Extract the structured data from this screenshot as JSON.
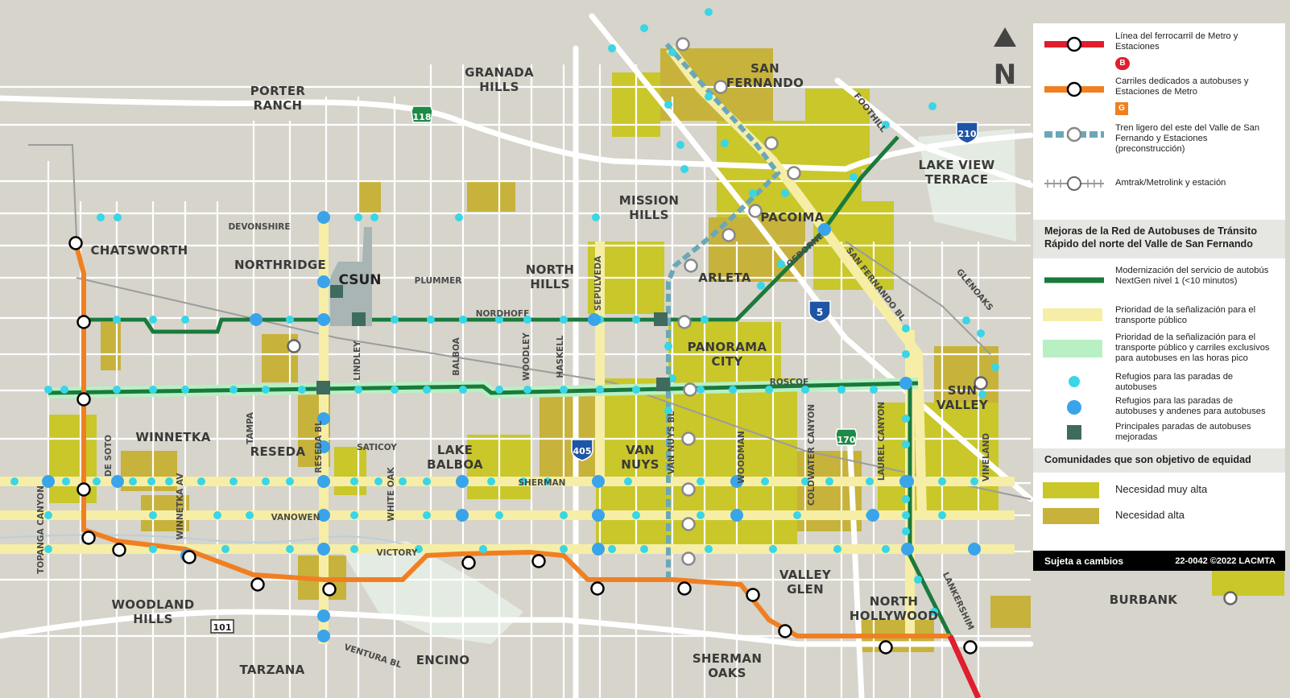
{
  "communities": [
    {
      "id": "porter-ranch",
      "lines": [
        "PORTER",
        "RANCH"
      ]
    },
    {
      "id": "granada-hills",
      "lines": [
        "GRANADA",
        "HILLS"
      ]
    },
    {
      "id": "san-fernando",
      "lines": [
        "SAN",
        "FERNANDO"
      ]
    },
    {
      "id": "lake-view-terrace",
      "lines": [
        "LAKE VIEW",
        "TERRACE"
      ]
    },
    {
      "id": "chatsworth",
      "lines": [
        "CHATSWORTH"
      ]
    },
    {
      "id": "northridge",
      "lines": [
        "NORTHRIDGE"
      ]
    },
    {
      "id": "mission-hills",
      "lines": [
        "MISSION",
        "HILLS"
      ]
    },
    {
      "id": "pacoima",
      "lines": [
        "PACOIMA"
      ]
    },
    {
      "id": "north-hills",
      "lines": [
        "NORTH",
        "HILLS"
      ]
    },
    {
      "id": "arleta",
      "lines": [
        "ARLETA"
      ]
    },
    {
      "id": "panorama-city",
      "lines": [
        "PANORAMA",
        "CITY"
      ]
    },
    {
      "id": "sun-valley",
      "lines": [
        "SUN",
        "VALLEY"
      ]
    },
    {
      "id": "winnetka",
      "lines": [
        "WINNETKA"
      ]
    },
    {
      "id": "reseda",
      "lines": [
        "RESEDA"
      ]
    },
    {
      "id": "lake-balboa",
      "lines": [
        "LAKE",
        "BALBOA"
      ]
    },
    {
      "id": "van-nuys",
      "lines": [
        "VAN",
        "NUYS"
      ]
    },
    {
      "id": "valley-glen",
      "lines": [
        "VALLEY",
        "GLEN"
      ]
    },
    {
      "id": "north-hollywood",
      "lines": [
        "NORTH",
        "HOLLYWOOD"
      ]
    },
    {
      "id": "burbank",
      "lines": [
        "BURBANK"
      ]
    },
    {
      "id": "woodland-hills",
      "lines": [
        "WOODLAND",
        "HILLS"
      ]
    },
    {
      "id": "tarzana",
      "lines": [
        "TARZANA"
      ]
    },
    {
      "id": "encino",
      "lines": [
        "ENCINO"
      ]
    },
    {
      "id": "sherman-oaks",
      "lines": [
        "SHERMAN",
        "OAKS"
      ]
    }
  ],
  "csun_label": "CSUN",
  "streets": [
    {
      "id": "devonshire",
      "text": "DEVONSHIRE"
    },
    {
      "id": "plummer",
      "text": "PLUMMER"
    },
    {
      "id": "nordhoff",
      "text": "NORDHOFF"
    },
    {
      "id": "roscoe",
      "text": "ROSCOE"
    },
    {
      "id": "saticoy",
      "text": "SATICOY"
    },
    {
      "id": "sherman",
      "text": "SHERMAN"
    },
    {
      "id": "vanowen",
      "text": "VANOWEN"
    },
    {
      "id": "victory",
      "text": "VICTORY"
    },
    {
      "id": "ventura",
      "text": "VENTURA BL"
    },
    {
      "id": "lindley",
      "text": "LINDLEY"
    },
    {
      "id": "balboa",
      "text": "BALBOA"
    },
    {
      "id": "woodley",
      "text": "WOODLEY"
    },
    {
      "id": "haskell",
      "text": "HASKELL"
    },
    {
      "id": "sepulveda",
      "text": "SEPULVEDA"
    },
    {
      "id": "van-nuys-bl",
      "text": "VAN NUYS BL"
    },
    {
      "id": "woodman",
      "text": "WOODMAN"
    },
    {
      "id": "coldwater",
      "text": "COLDWATER CANYON"
    },
    {
      "id": "laurel",
      "text": "LAUREL CANYON"
    },
    {
      "id": "vineland",
      "text": "VINELAND"
    },
    {
      "id": "lankershim",
      "text": "LANKERSHIM"
    },
    {
      "id": "de-soto",
      "text": "DE SOTO"
    },
    {
      "id": "tampa",
      "text": "TAMPA"
    },
    {
      "id": "reseda-bl",
      "text": "RESEDA BL"
    },
    {
      "id": "white-oak",
      "text": "WHITE OAK"
    },
    {
      "id": "winnetka-av",
      "text": "WINNETKA AV"
    },
    {
      "id": "topanga",
      "text": "TOPANGA CANYON"
    },
    {
      "id": "osborne",
      "text": "OSBORNE"
    },
    {
      "id": "san-fernando-bl",
      "text": "SAN FERNANDO BL"
    },
    {
      "id": "foothill",
      "text": "FOOTHILL"
    },
    {
      "id": "glenoaks",
      "text": "GLENOAKS"
    }
  ],
  "shields": [
    {
      "id": "sr118",
      "text": "118"
    },
    {
      "id": "i210",
      "text": "210"
    },
    {
      "id": "i405",
      "text": "405"
    },
    {
      "id": "i5",
      "text": "5"
    },
    {
      "id": "sr170",
      "text": "170"
    },
    {
      "id": "us101",
      "text": "101"
    }
  ],
  "north_label": "N",
  "legend": {
    "metro_rail": "Línea del ferrocarril de Metro y Estaciones",
    "metro_rail_badge": "B",
    "bus_lanes": "Carriles dedicados a autobuses y Estaciones de Metro",
    "bus_lanes_badge": "G",
    "east_valley": "Tren ligero del este del Valle de San Fernando y Estaciones (preconstrucción)",
    "amtrak": "Amtrak/Metrolink y estación",
    "improvements_heading": "Mejoras de la Red de Autobuses de Tránsito Rápido del norte del Valle de San Fernando",
    "nextgen": "Modernización del servicio de autobús NextGen nivel 1 (<10 minutos)",
    "signal_priority": "Prioridad de la señalización para el transporte público",
    "signal_priority_lanes": "Prioridad de la señalización para el transporte público y carriles exclusivos para autobuses en las horas pico",
    "shelters": "Refugios para las paradas de autobuses",
    "shelters_platforms": "Refugios para las paradas de autobuses y andenes para autobuses",
    "major_stops": "Principales paradas de autobuses mejoradas",
    "equity_heading": "Comunidades que son objetivo de equidad",
    "very_high_need": "Necesidad muy alta",
    "high_need": "Necesidad alta",
    "subject_to_change": "Sujeta a cambios",
    "credit": "22-0042 ©2022 LACMTA"
  },
  "colors": {
    "background": "#d6d4cb",
    "streets": "#ffffff",
    "parks": "#e4ebe2",
    "very_high_need": "#c9c72a",
    "high_need": "#c7b23c",
    "signal_priority": "#f6eea7",
    "signal_priority_lanes": "#b8f0c4",
    "nextgen": "#1a7a3c",
    "orange_line": "#f07f22",
    "red_line": "#e01e2d",
    "east_valley_rail": "#6aa8b8",
    "stop_light": "#38d6e6",
    "stop_dark": "#3aa4ea",
    "major_stop": "#3f6b5e"
  }
}
